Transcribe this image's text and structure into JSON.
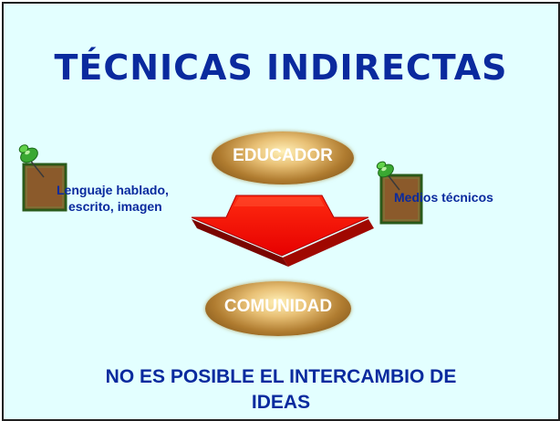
{
  "slide": {
    "title": "TÉCNICAS INDIRECTAS",
    "top_oval_label": "EDUCADOR",
    "bottom_oval_label": "COMUNIDAD",
    "left_note_line1": "Lenguaje hablado,",
    "left_note_line2": "escrito, imagen",
    "right_note_label": "Medios técnicos",
    "footer_line1": "NO ES POSIBLE EL INTERCAMBIO DE",
    "footer_line2": "IDEAS"
  },
  "colors": {
    "background": "#e3ffff",
    "text_blue": "#0a2a9e",
    "arrow_red": "#ff1a0a",
    "note_brown": "#8b5a2b",
    "pin_green": "#3aa832"
  },
  "icons": [
    "pushpin-icon",
    "pushpin-icon"
  ]
}
